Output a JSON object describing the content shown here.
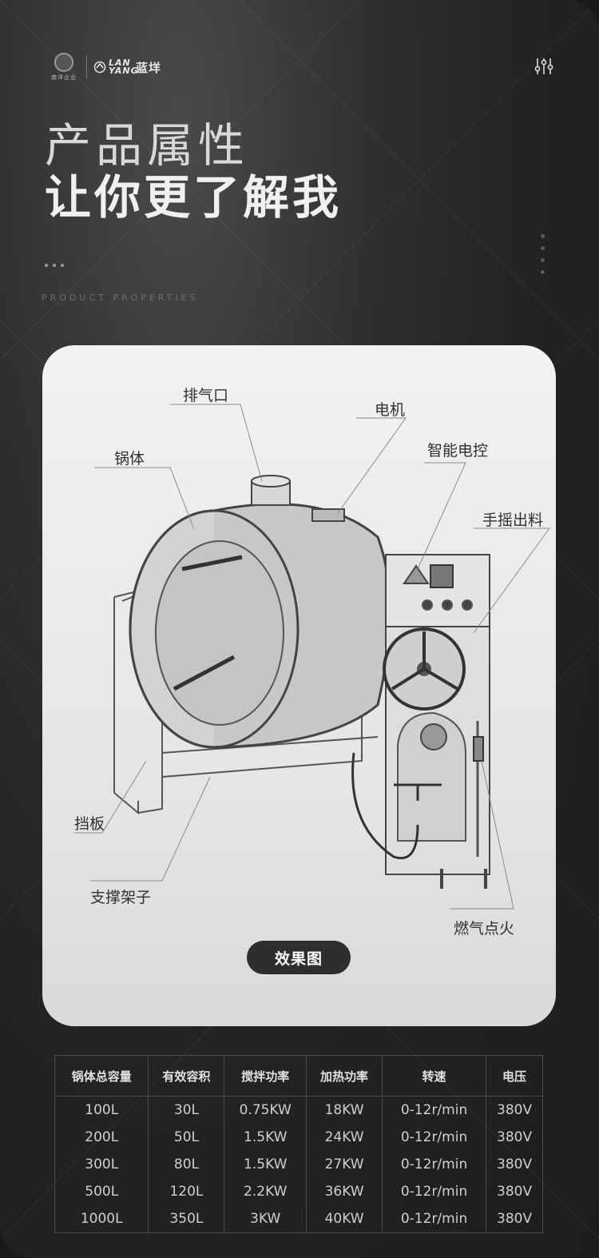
{
  "header": {
    "seal_text": "南洋企业",
    "brand_latin": "LAN YANG",
    "brand_cn": "蓝垟",
    "title_line1": "产品属性",
    "title_line2": "让你更了解我",
    "subtitle": "PRODUCT PROPERTIES"
  },
  "diagram": {
    "labels": {
      "exhaust": "排气口",
      "motor": "电机",
      "body": "锅体",
      "control": "智能电控",
      "hand_crank": "手摇出料",
      "baffle": "挡板",
      "support": "支撑架子",
      "gas_ignition": "燃气点火"
    },
    "button": "效果图"
  },
  "specs": {
    "headers": [
      "锅体总容量",
      "有效容积",
      "搅拌功率",
      "加热功率",
      "转速",
      "电压"
    ],
    "rows": [
      [
        "100L",
        "30L",
        "0.75KW",
        "18KW",
        "0-12r/min",
        "380V"
      ],
      [
        "200L",
        "50L",
        "1.5KW",
        "24KW",
        "0-12r/min",
        "380V"
      ],
      [
        "300L",
        "80L",
        "1.5KW",
        "27KW",
        "0-12r/min",
        "380V"
      ],
      [
        "500L",
        "120L",
        "2.2KW",
        "36KW",
        "0-12r/min",
        "380V"
      ],
      [
        "1000L",
        "350L",
        "3KW",
        "40KW",
        "0-12r/min",
        "380V"
      ]
    ]
  }
}
